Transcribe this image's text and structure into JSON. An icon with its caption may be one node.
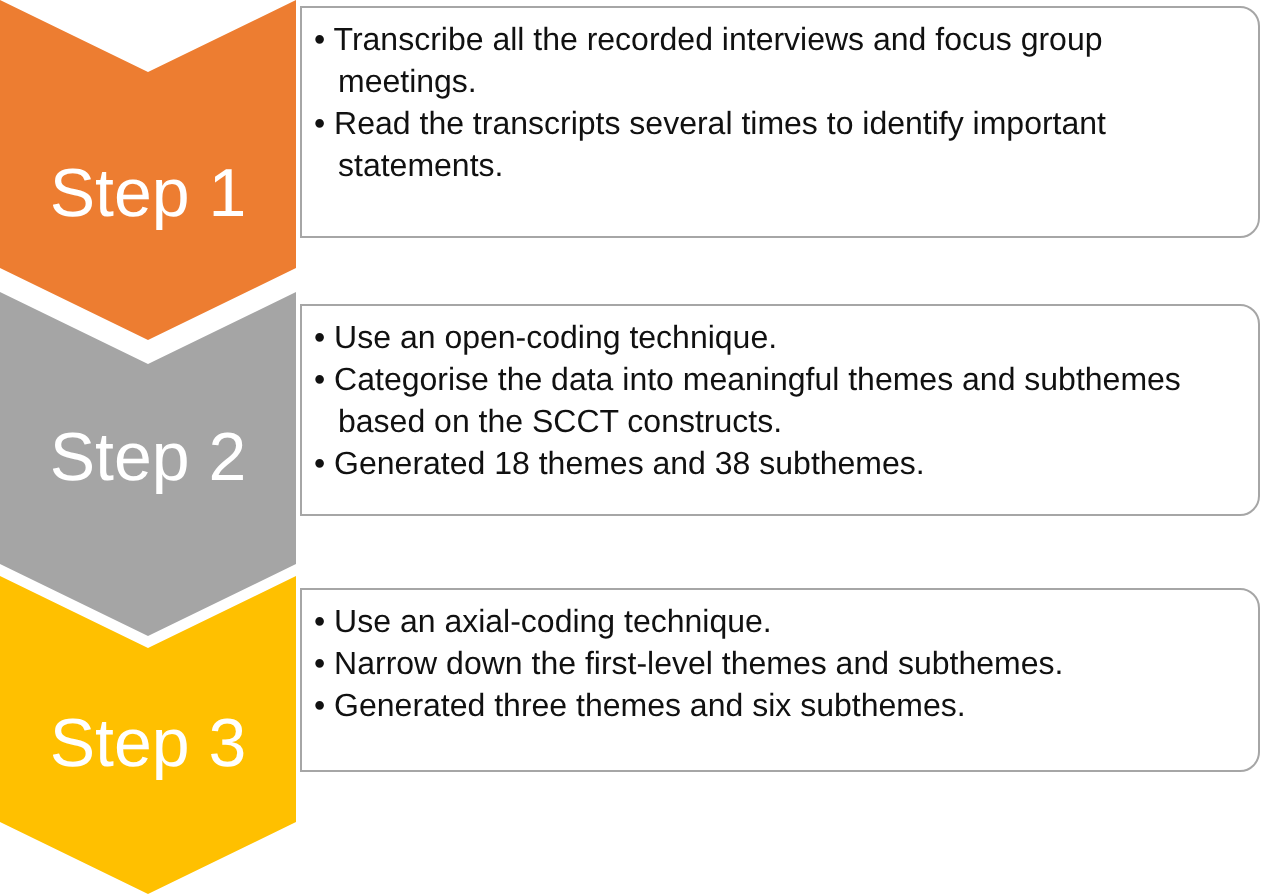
{
  "diagram": {
    "nodes": [
      {
        "text": [
          "Step 1"
        ]
      },
      {
        "text": [
          "• Transcribe all the recorded interviews and focus group meetings.",
          "• Read the transcripts several times to identify important statements."
        ]
      },
      {
        "text": [
          "Step 2"
        ]
      },
      {
        "text": [
          "• Use an open-coding technique.",
          "• Categorise the data into meaningful themes and subthemes based on the SCCT constructs.",
          "• Generated 18 themes and 38 subthemes."
        ]
      },
      {
        "text": [
          "Step 3"
        ]
      },
      {
        "text": [
          "• Use an axial-coding technique.",
          "• Narrow down the first-level themes and subthemes.",
          "• Generated three themes and six subthemes."
        ]
      }
    ]
  }
}
